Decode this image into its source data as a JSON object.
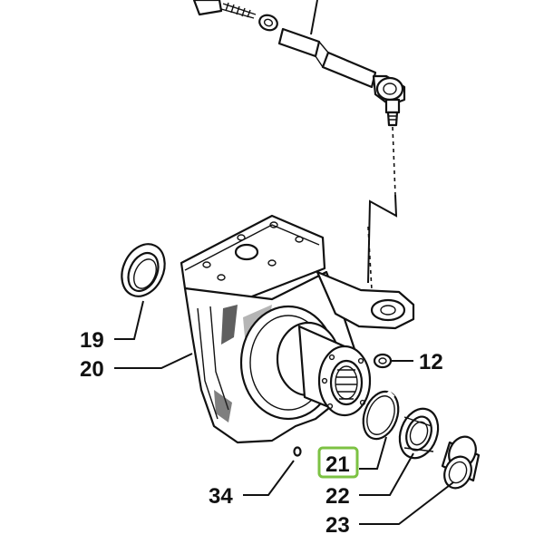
{
  "callouts": {
    "c12": "12",
    "c19": "19",
    "c20": "20",
    "c21": "21",
    "c22": "22",
    "c23": "23",
    "c34": "34"
  },
  "highlight_color": "#7cc243",
  "line_color": "#111111"
}
